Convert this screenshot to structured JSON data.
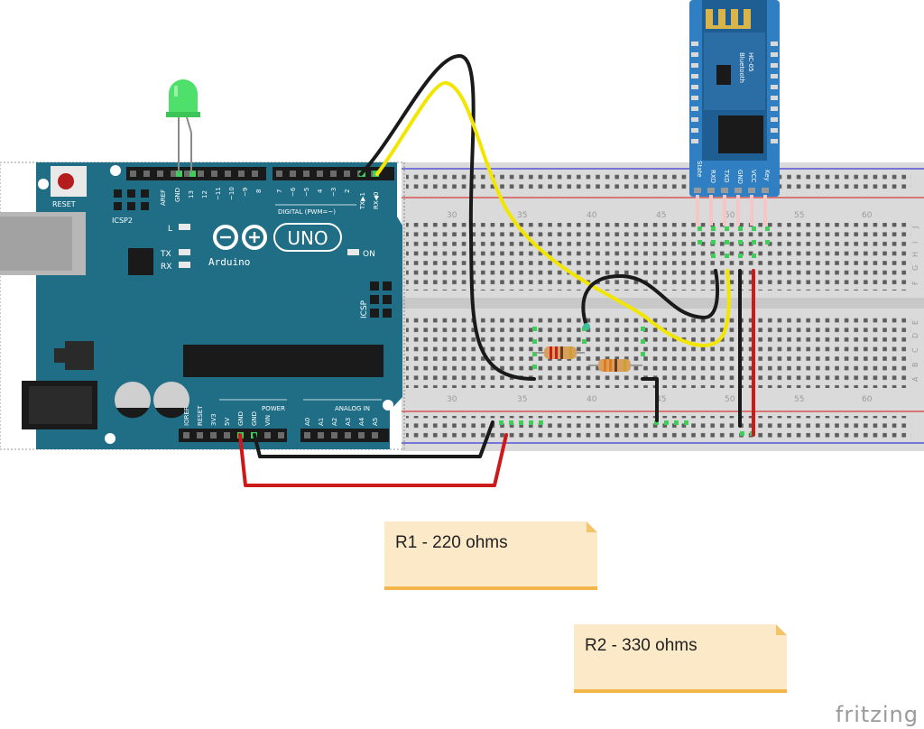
{
  "arduino": {
    "brand": "Arduino",
    "model": "UNO",
    "reset_label": "RESET",
    "icsp2_label": "ICSP2",
    "icsp_label": "ICSP",
    "digital_label": "DIGITAL (PWM=~)",
    "power_label": "POWER",
    "analog_label": "ANALOG IN",
    "led_labels": [
      "L",
      "TX",
      "RX",
      "ON"
    ],
    "top_pins": [
      "AREF",
      "GND",
      "13",
      "12",
      "~11",
      "~10",
      "~9",
      "8",
      "7",
      "~6",
      "~5",
      "4",
      "~3",
      "2",
      "TX▶1",
      "RX◀0"
    ],
    "bottom_pins": [
      "IOREF",
      "RESET",
      "3V3",
      "5V",
      "GND",
      "GND",
      "VIN",
      "A0",
      "A1",
      "A2",
      "A3",
      "A4",
      "A5"
    ]
  },
  "bluetooth": {
    "model": "HC-05",
    "subtitle": "Bluetooth",
    "pins": [
      "State",
      "RXD",
      "TXD",
      "GND",
      "VCC",
      "Key"
    ]
  },
  "breadboard": {
    "column_numbers": [
      "30",
      "35",
      "40",
      "45",
      "50",
      "55",
      "60"
    ],
    "row_letters_top": [
      "J",
      "I",
      "H",
      "G",
      "F"
    ],
    "row_letters_bottom": [
      "E",
      "D",
      "C",
      "B",
      "A"
    ]
  },
  "notes": [
    {
      "label": "R1 - 220 ohms"
    },
    {
      "label": "R2 - 330 ohms"
    }
  ],
  "watermark": "fritzing",
  "colors": {
    "board": "#1f6e86",
    "wire_black": "#1a1a1a",
    "wire_red": "#cc1a1a",
    "wire_yellow": "#f2e600",
    "led": "#4ee06a"
  }
}
